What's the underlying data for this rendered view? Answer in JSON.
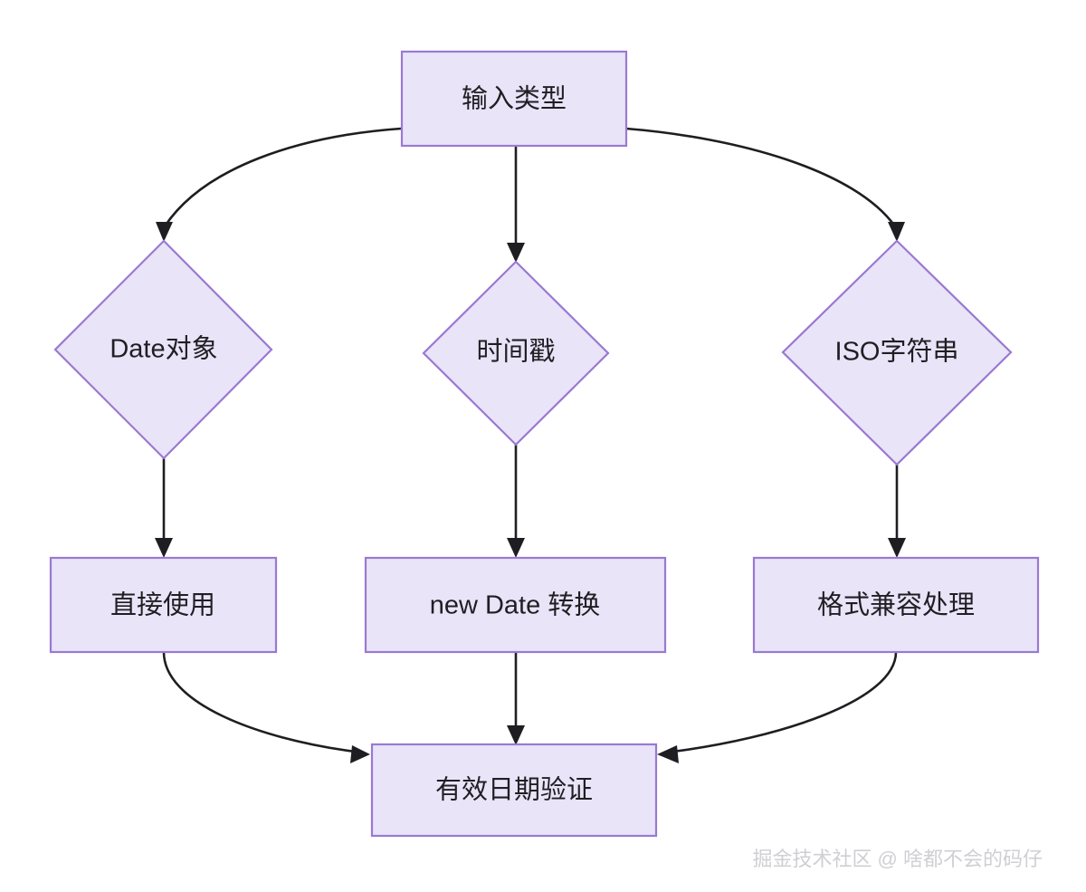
{
  "diagram": {
    "type": "flowchart",
    "direction": "top-down",
    "background_color": "#ffffff",
    "node_fill_color": "#e9e4f8",
    "node_border_color": "#9a79d1",
    "edge_color": "#1e1e22",
    "label_color": "#1f1f23",
    "nodes": [
      {
        "id": "input_type",
        "label": "输入类型",
        "shape": "rectangle"
      },
      {
        "id": "date_object",
        "label": "Date对象",
        "shape": "diamond"
      },
      {
        "id": "timestamp",
        "label": "时间戳",
        "shape": "diamond"
      },
      {
        "id": "iso_string",
        "label": "ISO字符串",
        "shape": "diamond"
      },
      {
        "id": "direct_use",
        "label": "直接使用",
        "shape": "rectangle"
      },
      {
        "id": "new_date",
        "label": "new Date 转换",
        "shape": "rectangle"
      },
      {
        "id": "format_compat",
        "label": "格式兼容处理",
        "shape": "rectangle"
      },
      {
        "id": "valid_date",
        "label": "有效日期验证",
        "shape": "rectangle"
      }
    ],
    "edges": [
      {
        "from": "input_type",
        "to": "date_object",
        "style": "curved",
        "arrow": "down"
      },
      {
        "from": "input_type",
        "to": "timestamp",
        "style": "straight",
        "arrow": "down"
      },
      {
        "from": "input_type",
        "to": "iso_string",
        "style": "curved",
        "arrow": "down"
      },
      {
        "from": "date_object",
        "to": "direct_use",
        "style": "straight",
        "arrow": "down"
      },
      {
        "from": "timestamp",
        "to": "new_date",
        "style": "straight",
        "arrow": "down"
      },
      {
        "from": "iso_string",
        "to": "format_compat",
        "style": "straight",
        "arrow": "down"
      },
      {
        "from": "direct_use",
        "to": "valid_date",
        "style": "curved",
        "arrow": "right"
      },
      {
        "from": "new_date",
        "to": "valid_date",
        "style": "straight",
        "arrow": "down"
      },
      {
        "from": "format_compat",
        "to": "valid_date",
        "style": "curved",
        "arrow": "left"
      }
    ]
  },
  "watermark": {
    "text": "掘金技术社区 @ 啥都不会的码仔",
    "color": "#cfcfd4"
  }
}
